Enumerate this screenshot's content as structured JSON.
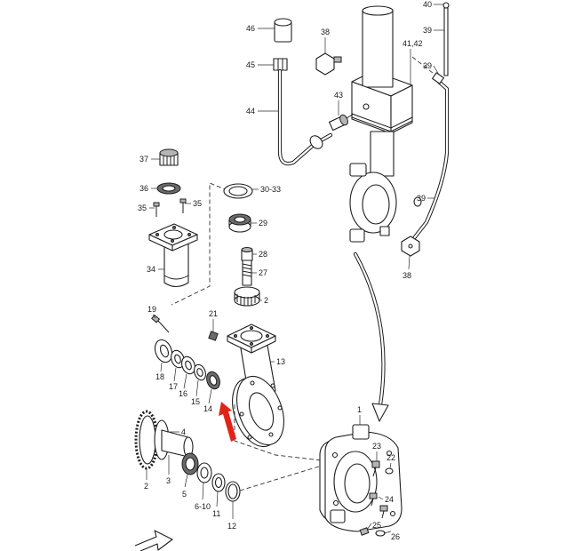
{
  "colors": {
    "highlight_arrow": "#e2231a"
  },
  "callouts": [
    "40",
    "39",
    "46",
    "38",
    "41,42",
    "39",
    "45",
    "43",
    "44",
    "37",
    "36",
    "30-33",
    "35",
    "35",
    "29",
    "28",
    "27",
    "34",
    "2",
    "19",
    "21",
    "13",
    "18",
    "17",
    "16",
    "15",
    "14",
    "39",
    "38",
    "1",
    "4",
    "23",
    "22",
    "2",
    "3",
    "5",
    "6-10",
    "11",
    "12",
    "24",
    "25",
    "26"
  ]
}
